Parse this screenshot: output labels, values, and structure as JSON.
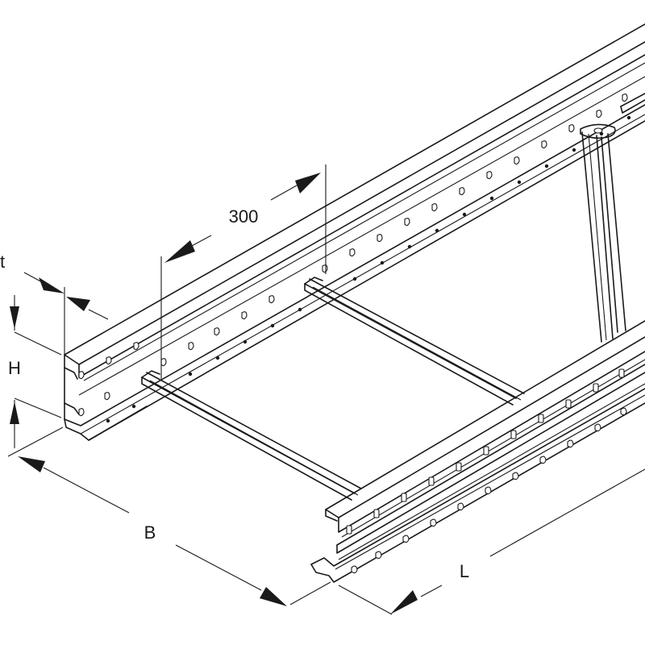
{
  "labels": {
    "spacing": "300",
    "thickness": "t",
    "height": "H",
    "width": "B",
    "length": "L"
  },
  "colors": {
    "line": "#1a1a1a",
    "background": "#ffffff"
  }
}
